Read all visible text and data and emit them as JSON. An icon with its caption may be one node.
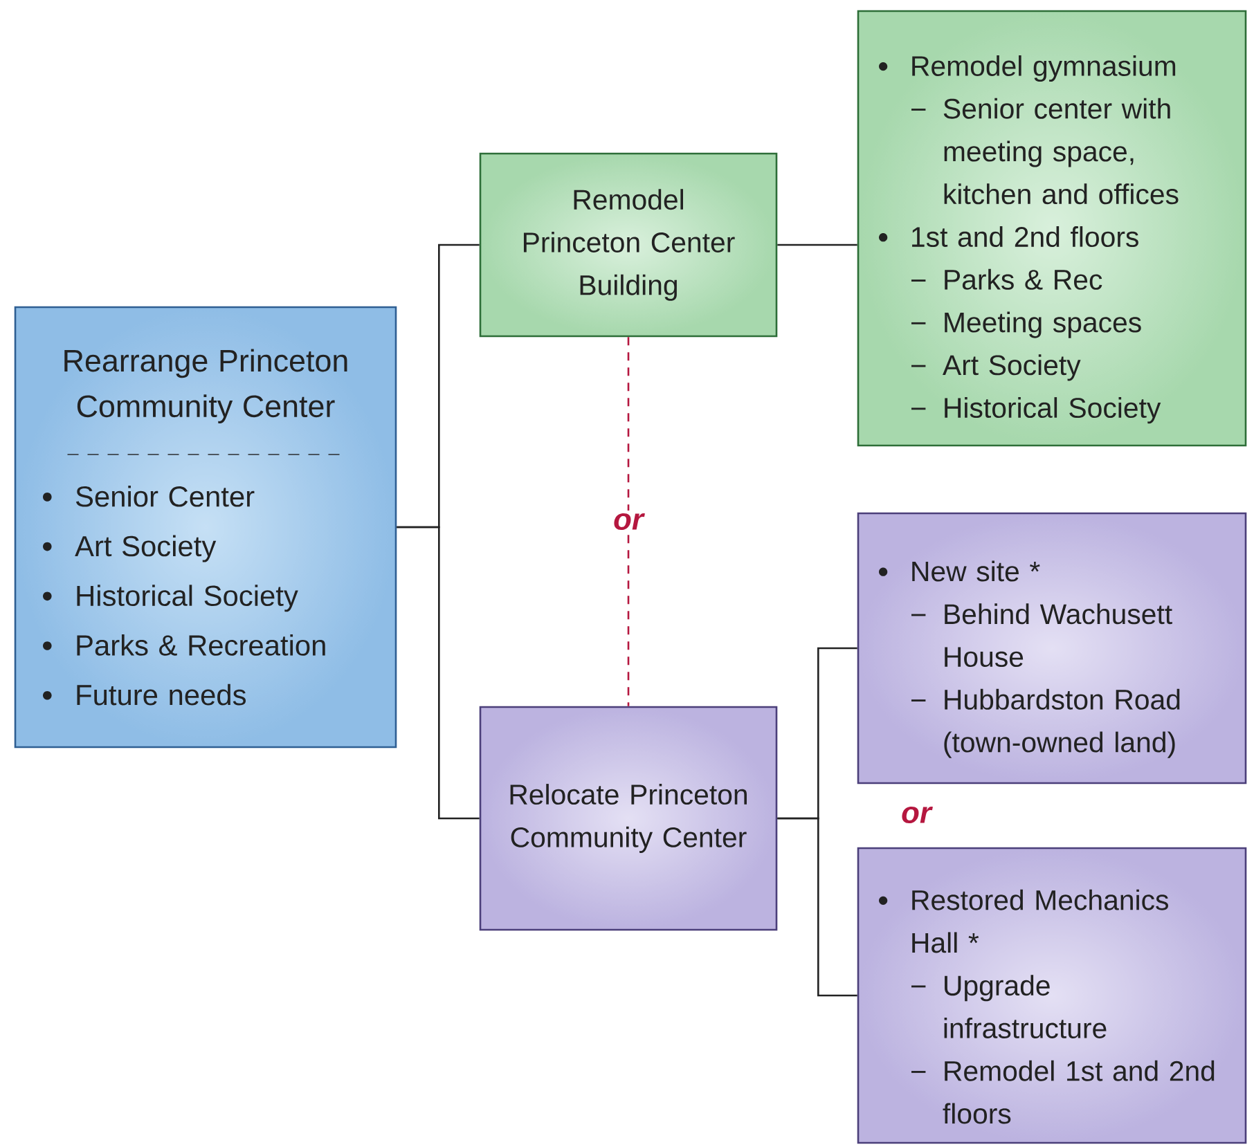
{
  "diagram": {
    "nodes": [
      {
        "text": [
          "Rearrange Princeton Community Center",
          "Senior Center",
          "Art Society",
          "Historical Society",
          "Parks & Recreation",
          "Future needs"
        ]
      },
      {
        "text": [
          "Remodel Princeton Center Building"
        ]
      },
      {
        "text": [
          "Remodel gymnasium",
          "Senior center with meeting space, kitchen and offices",
          "1st and 2nd floors",
          "Parks & Rec",
          "Meeting spaces",
          "Art Society",
          "Historical Society"
        ]
      },
      {
        "text": [
          "Relocate Princeton Community Center"
        ]
      },
      {
        "text": [
          "New site *",
          "Behind Wachusett House",
          "Hubbardston Road (town-owned land)"
        ]
      },
      {
        "text": [
          "Restored Mechanics Hall *",
          "Upgrade infrastructure",
          "Remodel 1st and 2nd floors"
        ]
      }
    ],
    "edges": [
      {
        "from": 0,
        "to": 1,
        "arrow": "none"
      },
      {
        "from": 0,
        "to": 3,
        "arrow": "none"
      },
      {
        "from": 1,
        "to": 2,
        "arrow": "none"
      },
      {
        "from": 1,
        "to": 3,
        "arrow": "none",
        "label": "or",
        "style": "dashed",
        "color": "#b5173f"
      },
      {
        "from": 3,
        "to": 4,
        "arrow": "none"
      },
      {
        "from": 3,
        "to": 5,
        "arrow": "none"
      }
    ],
    "labels": [
      "or"
    ]
  }
}
